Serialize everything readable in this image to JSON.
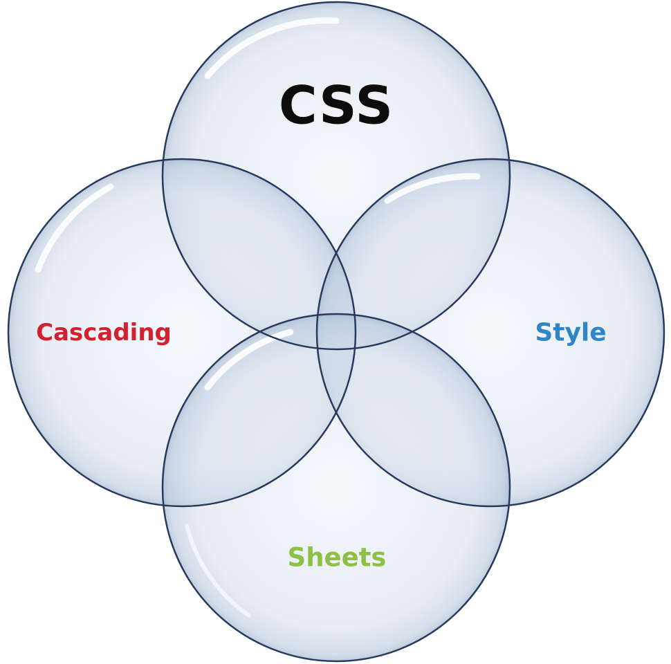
{
  "diagram": {
    "circles": {
      "top": {
        "label": "CSS",
        "color": "#0d0d0d"
      },
      "left": {
        "label": "Cascading",
        "color": "#d1202f"
      },
      "right": {
        "label": "Style",
        "color": "#2f86c6"
      },
      "bottom": {
        "label": "Sheets",
        "color": "#8dc044"
      }
    },
    "circle_fill": "#dde5ef",
    "circle_stroke": "#273a5e"
  }
}
